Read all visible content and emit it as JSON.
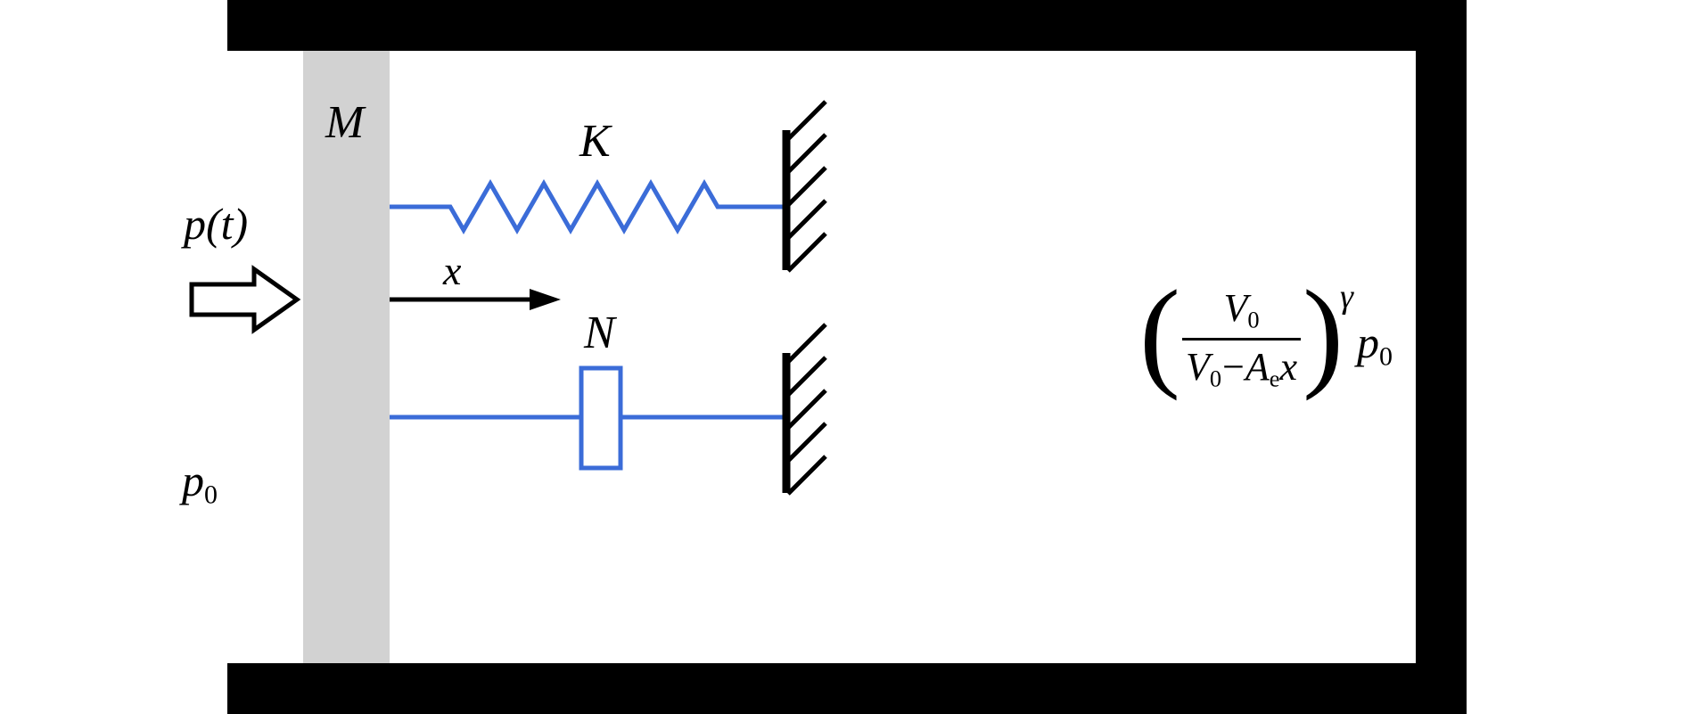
{
  "figure": {
    "labels": {
      "mass": "M",
      "spring": "K",
      "displacement": "x",
      "damper": "N"
    },
    "external": {
      "input_pressure": "p(t)",
      "ambient_pressure_base": "p",
      "ambient_pressure_sub": "0"
    },
    "formula": {
      "open_paren": "(",
      "num_base": "V",
      "num_sub": "0",
      "den_v": "V",
      "den_v_sub": "0",
      "minus": "−",
      "den_a": "A",
      "den_a_sub": "e",
      "den_x": "x",
      "close_paren": ")",
      "exponent": "γ",
      "p_base": "p",
      "p_sub": "0"
    },
    "colors": {
      "element_blue": "#3b6cd8",
      "piston_gray": "#d2d2d2",
      "wall_black": "#000000"
    }
  }
}
